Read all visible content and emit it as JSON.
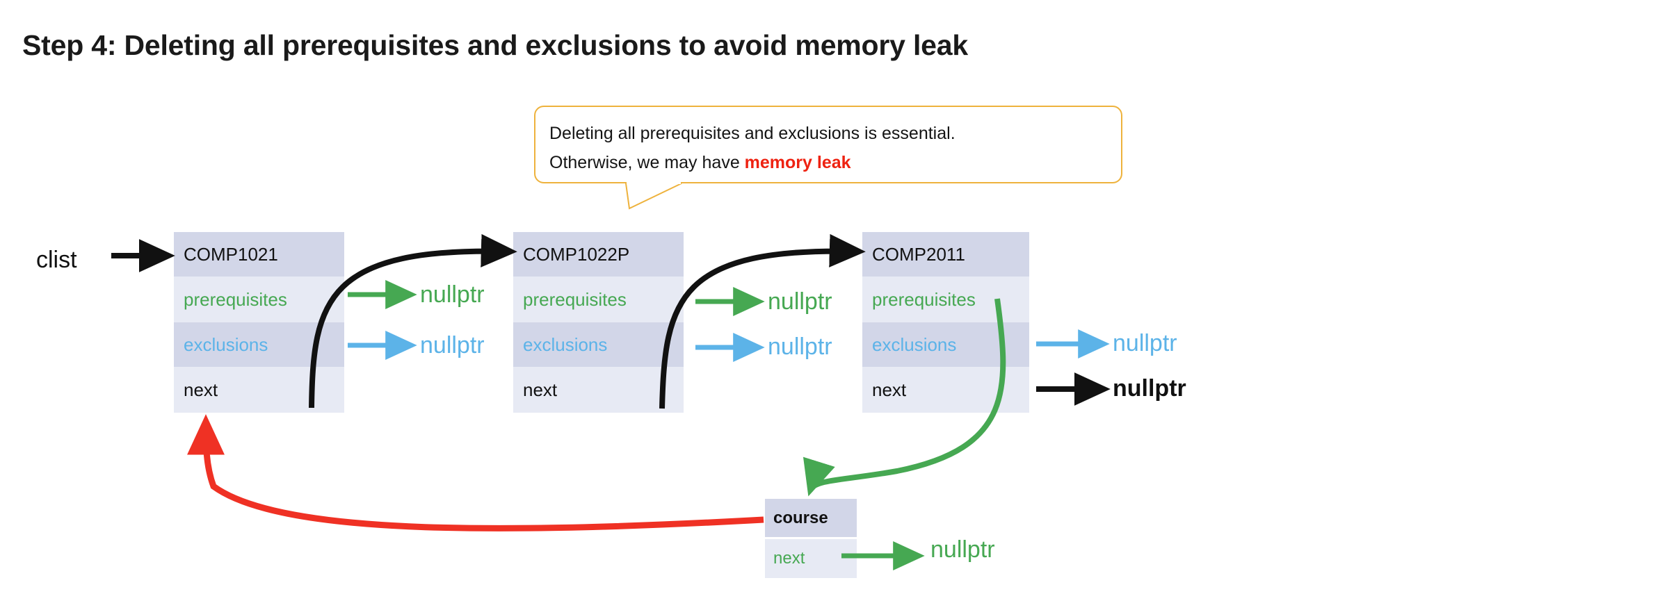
{
  "page": {
    "title": "Step 4: Deleting all prerequisites and exclusions to avoid memory leak",
    "background": "#ffffff"
  },
  "callout": {
    "line1": "Deleting all prerequisites and exclusions is essential.",
    "line2_prefix": "Otherwise, we may have ",
    "line2_highlight": "memory leak",
    "border_color": "#eeb23c",
    "highlight_color": "#ee2211"
  },
  "colors": {
    "header_row": "#d2d6e8",
    "light_row": "#e7eaf4",
    "dark_row": "#d2d6e8",
    "green": "#46a852",
    "blue": "#5cb3e8",
    "black": "#111111",
    "red": "#ef3124",
    "orange": "#eeb23c"
  },
  "head_pointer": {
    "label": "clist"
  },
  "nodes": [
    {
      "id": "node-comp1021",
      "title": "COMP1021",
      "fields": [
        {
          "name": "prerequisites",
          "color": "green"
        },
        {
          "name": "exclusions",
          "color": "blue"
        },
        {
          "name": "next",
          "color": "black"
        }
      ]
    },
    {
      "id": "node-comp1022p",
      "title": "COMP1022P",
      "fields": [
        {
          "name": "prerequisites",
          "color": "green"
        },
        {
          "name": "exclusions",
          "color": "blue"
        },
        {
          "name": "next",
          "color": "black"
        }
      ]
    },
    {
      "id": "node-comp2011",
      "title": "COMP2011",
      "fields": [
        {
          "name": "prerequisites",
          "color": "green"
        },
        {
          "name": "exclusions",
          "color": "blue"
        },
        {
          "name": "next",
          "color": "black"
        }
      ]
    }
  ],
  "course_node": {
    "id": "node-course",
    "title": "course",
    "title_color": "red",
    "fields": [
      {
        "name": "next",
        "color": "green"
      }
    ]
  },
  "null_labels": [
    {
      "id": "null-1-prereq",
      "text": "nullptr",
      "color": "green"
    },
    {
      "id": "null-1-excl",
      "text": "nullptr",
      "color": "blue"
    },
    {
      "id": "null-2-prereq",
      "text": "nullptr",
      "color": "green"
    },
    {
      "id": "null-2-excl",
      "text": "nullptr",
      "color": "blue"
    },
    {
      "id": "null-3-excl",
      "text": "nullptr",
      "color": "blue"
    },
    {
      "id": "null-3-next",
      "text": "nullptr",
      "color": "black"
    },
    {
      "id": "null-course-next",
      "text": "nullptr",
      "color": "green"
    }
  ],
  "arrows": [
    {
      "id": "arrow-clist-to-node1",
      "color": "black",
      "style": "straight"
    },
    {
      "id": "arrow-node1-next-to-node2",
      "color": "black",
      "style": "curved"
    },
    {
      "id": "arrow-node2-next-to-node3",
      "color": "black",
      "style": "curved"
    },
    {
      "id": "arrow-node1-prereq-to-nullptr",
      "color": "green",
      "style": "straight"
    },
    {
      "id": "arrow-node1-excl-to-nullptr",
      "color": "blue",
      "style": "straight"
    },
    {
      "id": "arrow-node2-prereq-to-nullptr",
      "color": "green",
      "style": "straight"
    },
    {
      "id": "arrow-node2-excl-to-nullptr",
      "color": "blue",
      "style": "straight"
    },
    {
      "id": "arrow-node3-excl-to-nullptr",
      "color": "blue",
      "style": "straight"
    },
    {
      "id": "arrow-node3-next-to-nullptr",
      "color": "black",
      "style": "straight"
    },
    {
      "id": "arrow-node3-prereq-to-course",
      "color": "green",
      "style": "curved"
    },
    {
      "id": "arrow-course-to-node1-next",
      "color": "red",
      "style": "curved"
    },
    {
      "id": "arrow-course-next-to-nullptr",
      "color": "green",
      "style": "straight"
    }
  ]
}
